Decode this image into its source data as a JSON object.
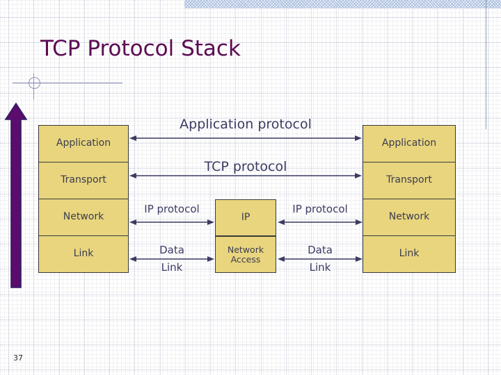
{
  "slide": {
    "title": "TCP Protocol Stack",
    "page_number": "37",
    "title_color": "#5C0B53",
    "box_fill_color": "#E8D57E",
    "box_border_color": "#3A3A3A",
    "arrow_color": "#3B3B63",
    "big_arrow_color": "#5C0B6E"
  },
  "columns": {
    "left_host": {
      "name": "left-host-stack",
      "layers": [
        {
          "label": "Application"
        },
        {
          "label": "Transport"
        },
        {
          "label": "Network"
        },
        {
          "label": "Link"
        }
      ]
    },
    "router": {
      "name": "router-stack",
      "layers": [
        {
          "label": "IP"
        },
        {
          "label": "Network\nAccess",
          "line1": "Network",
          "line2": "Access"
        }
      ]
    },
    "right_host": {
      "name": "right-host-stack",
      "layers": [
        {
          "label": "Application"
        },
        {
          "label": "Transport"
        },
        {
          "label": "Network"
        },
        {
          "label": "Link"
        }
      ]
    }
  },
  "protocol_labels": {
    "application_protocol": "Application protocol",
    "tcp_protocol": "TCP protocol",
    "ip_protocol_left": "IP protocol",
    "ip_protocol_right": "IP protocol",
    "data_link_left_line1": "Data",
    "data_link_left_line2": "Link",
    "data_link_right_line1": "Data",
    "data_link_right_line2": "Link"
  },
  "icons": {
    "up_arrow": "up-arrow-icon",
    "ring": "ring-icon",
    "double_arrow": "double-headed-arrow-icon"
  }
}
